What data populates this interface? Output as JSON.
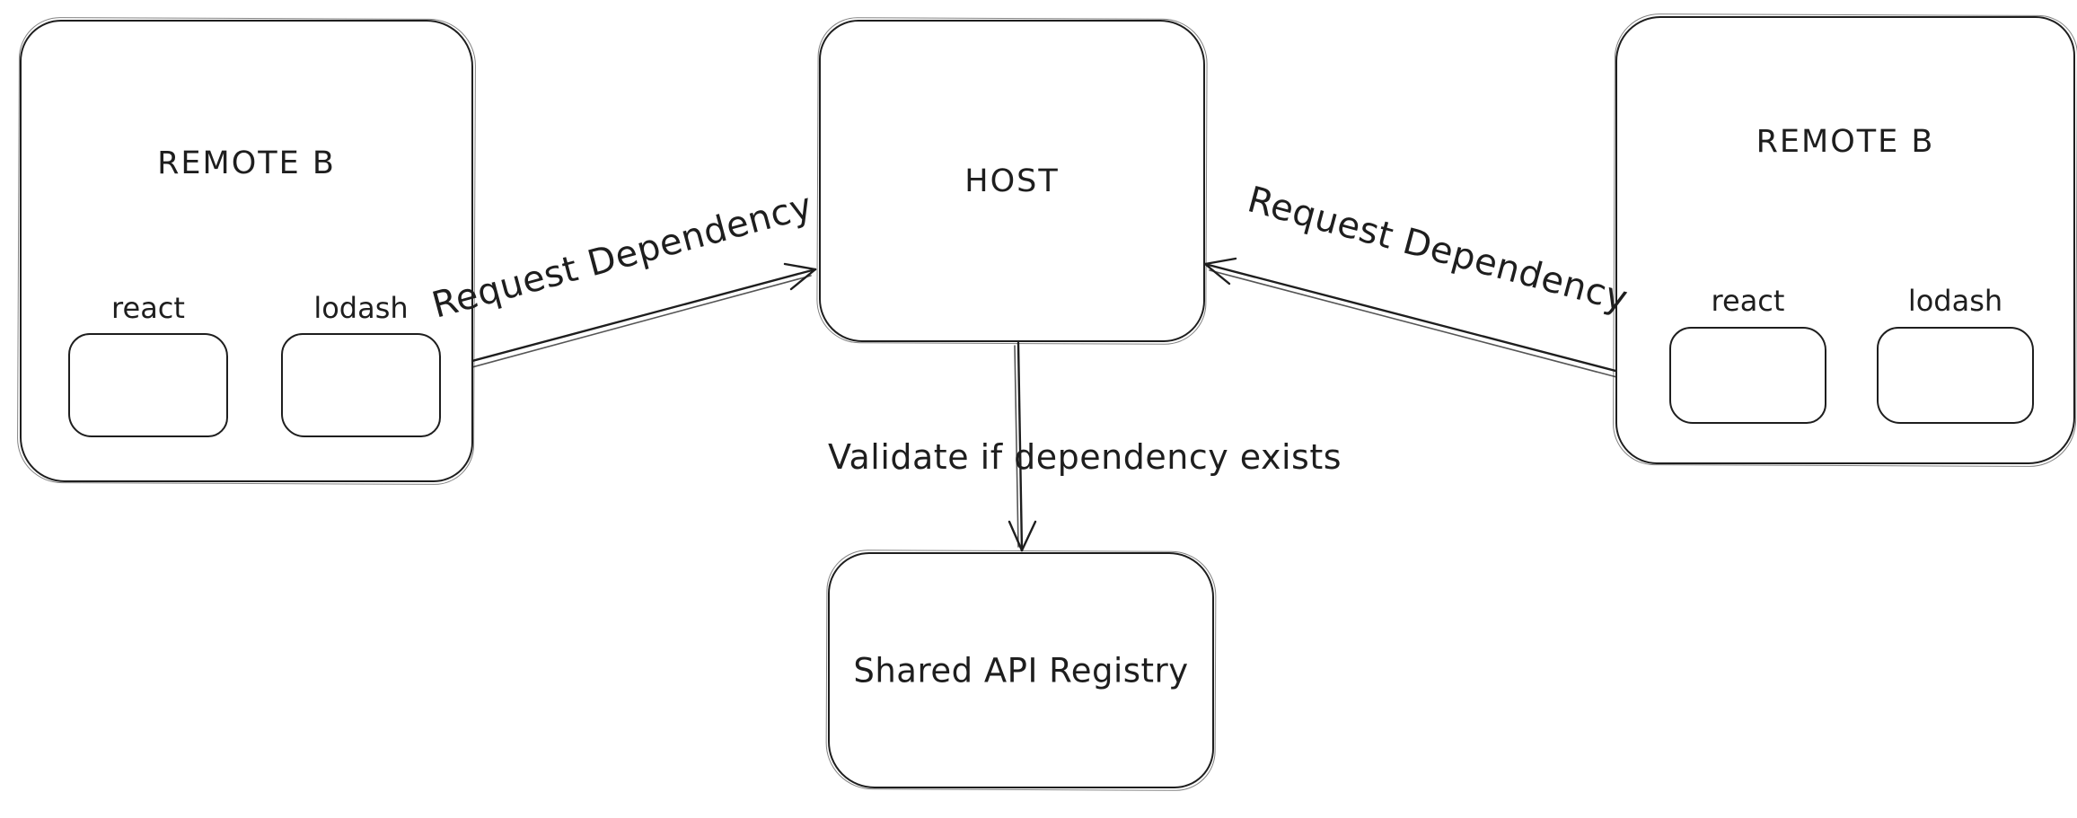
{
  "diagram": {
    "nodes": {
      "remote_left": {
        "label": "REMOTE B",
        "packages": [
          {
            "label": "react"
          },
          {
            "label": "lodash"
          }
        ]
      },
      "host": {
        "label": "HOST"
      },
      "remote_right": {
        "label": "REMOTE B",
        "packages": [
          {
            "label": "react"
          },
          {
            "label": "lodash"
          }
        ]
      },
      "registry": {
        "label": "Shared API Registry"
      }
    },
    "edges": {
      "left_to_host": {
        "label": "Request Dependency"
      },
      "right_to_host": {
        "label": "Request Dependency"
      },
      "host_to_registry": {
        "label": "Validate if dependency exists"
      }
    },
    "colors": {
      "stroke": "#1e1e1e",
      "canvas_background": "#ffffff"
    }
  }
}
